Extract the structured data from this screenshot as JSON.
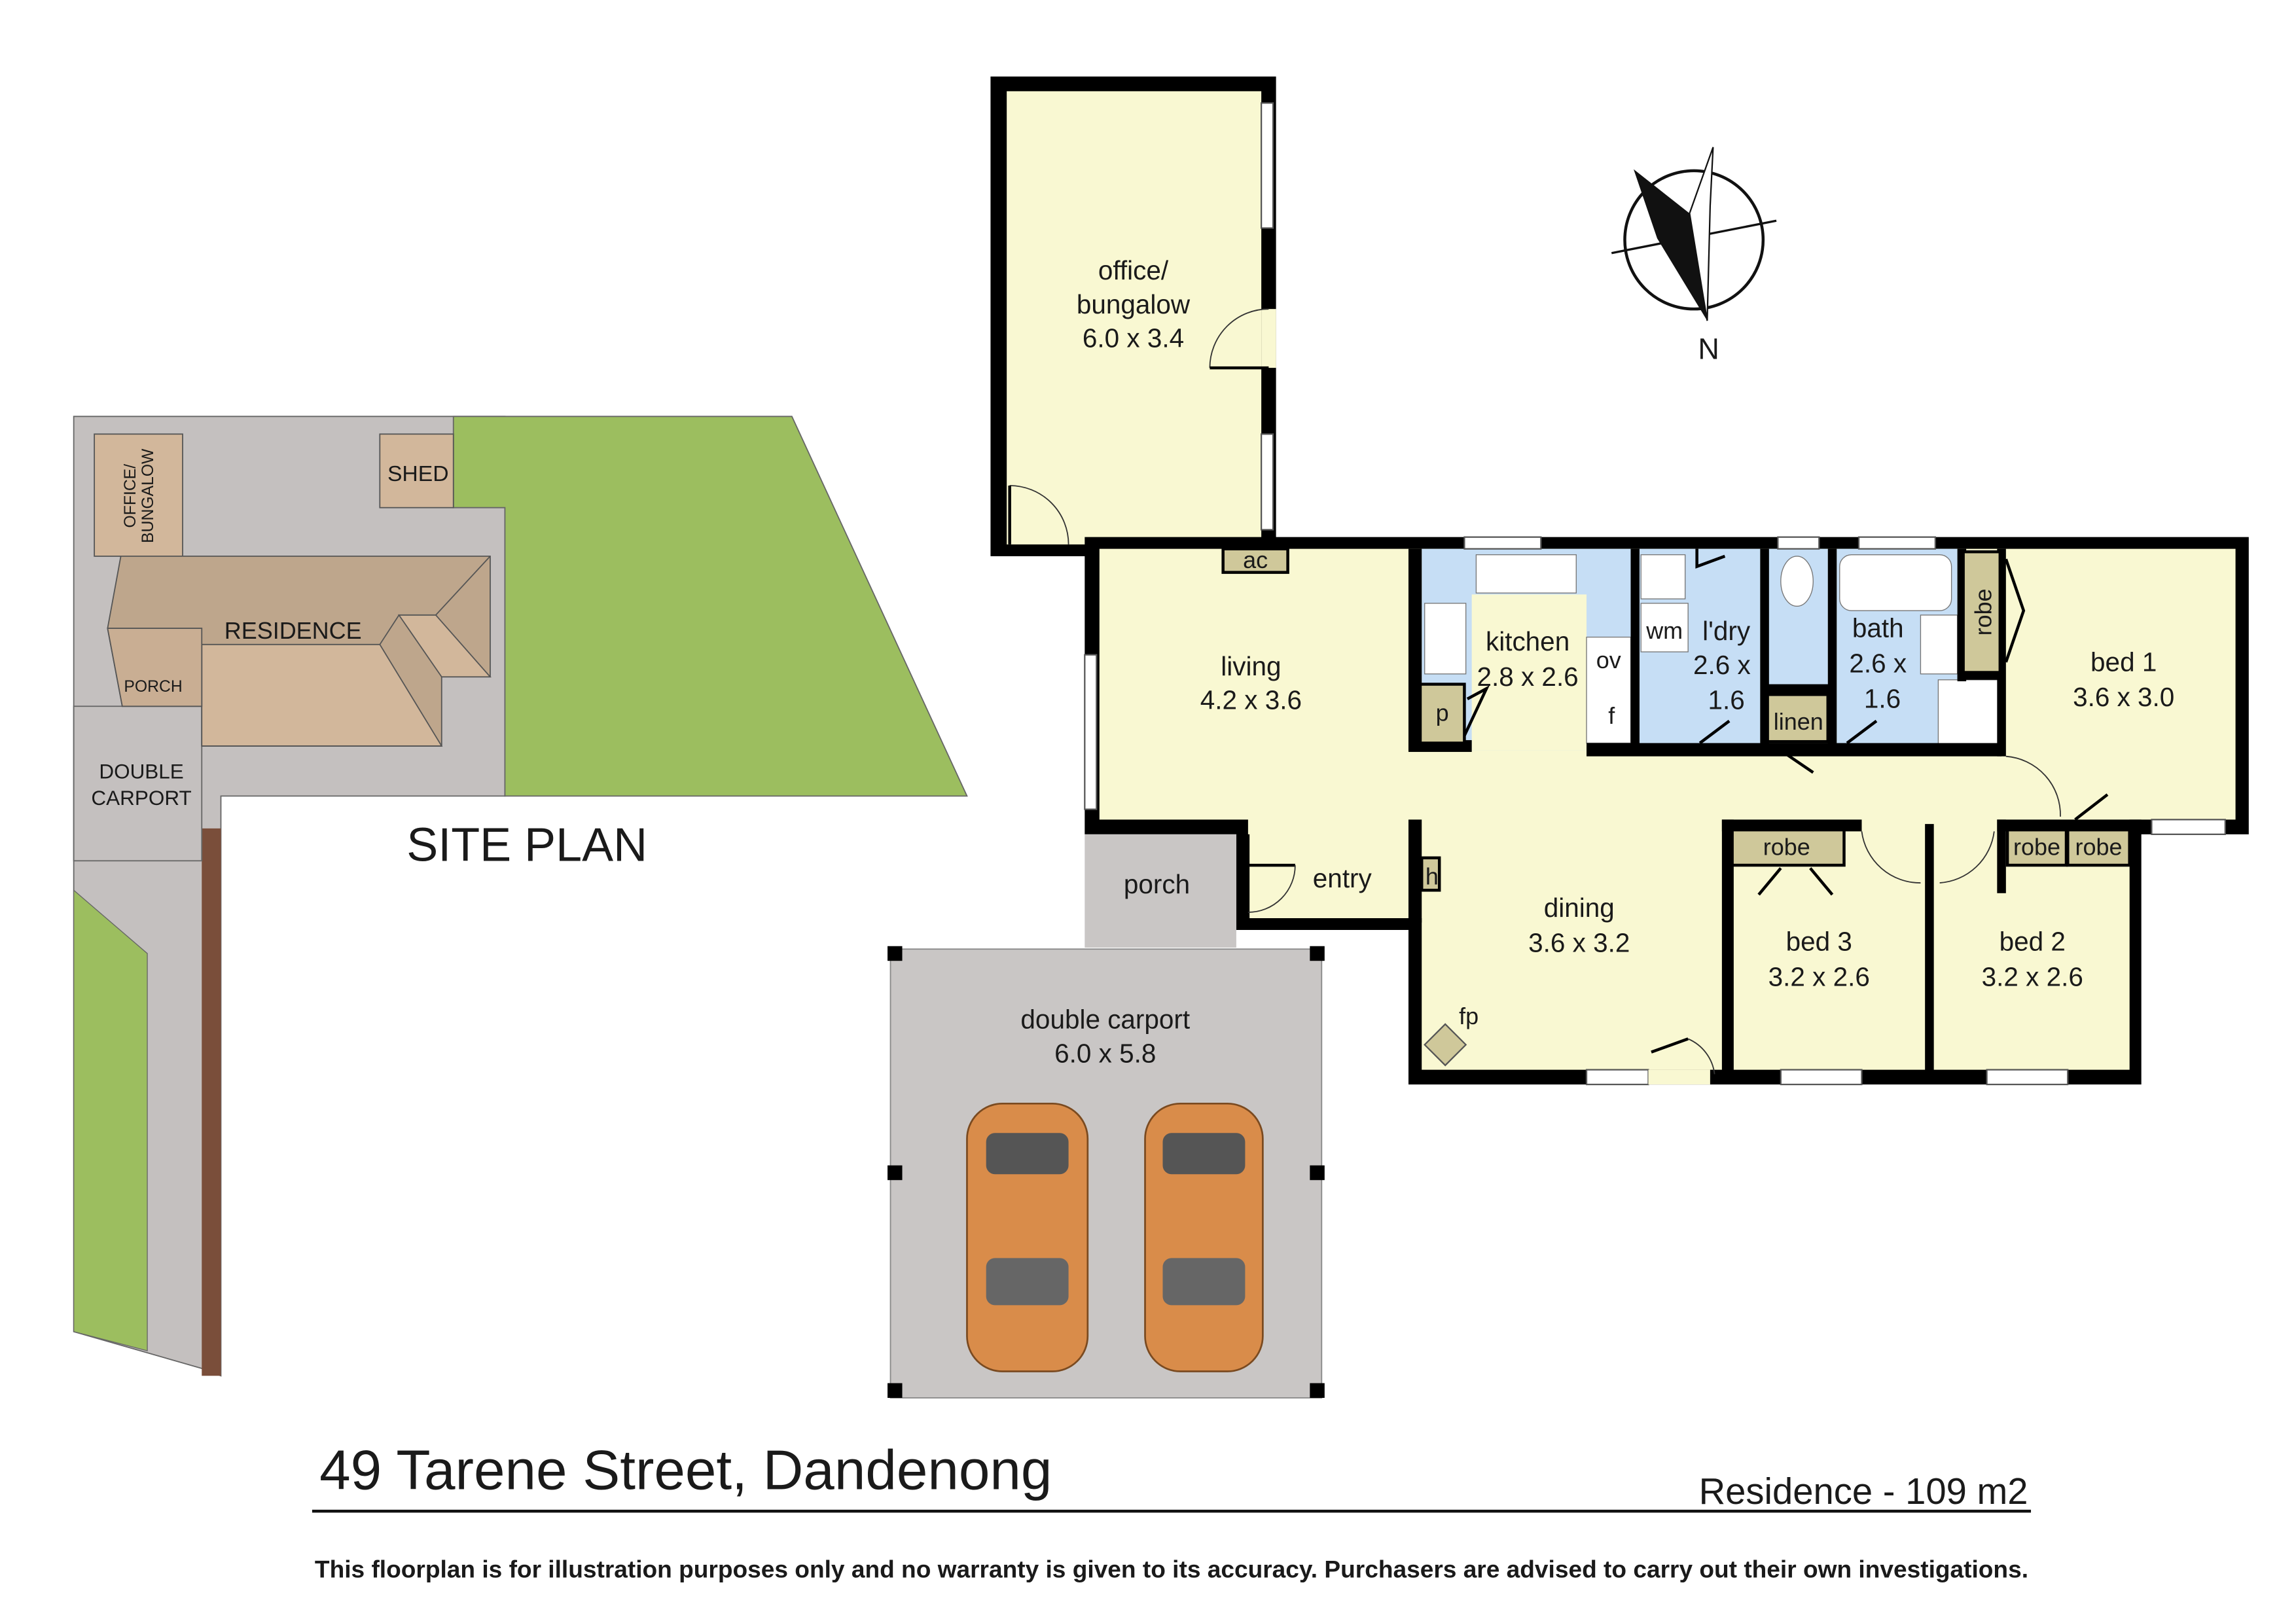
{
  "site_plan": {
    "title": "SITE PLAN",
    "labels": {
      "office": [
        "OFFICE/",
        "BUNGALOW"
      ],
      "shed": "SHED",
      "residence": "RESIDENCE",
      "porch": "PORCH",
      "carport": [
        "DOUBLE",
        "CARPORT"
      ]
    },
    "colors": {
      "lawn": "#9cbe5f",
      "paving": "#c4c0bf",
      "roof": "#d2b79b",
      "fence": "#7a4e3a"
    }
  },
  "floor_plan": {
    "rooms": {
      "office": {
        "name": "office/",
        "name2": "bungalow",
        "size": "6.0 x 3.4"
      },
      "living": {
        "name": "living",
        "size": "4.2 x 3.6"
      },
      "kitchen": {
        "name": "kitchen",
        "size": "2.8 x 2.6"
      },
      "laundry": {
        "name": "l'dry",
        "size1": "2.6 x",
        "size2": "1.6"
      },
      "bath": {
        "name": "bath",
        "size1": "2.6 x",
        "size2": "1.6"
      },
      "bed1": {
        "name": "bed 1",
        "size": "3.6 x 3.0"
      },
      "bed2": {
        "name": "bed 2",
        "size": "3.2 x 2.6"
      },
      "bed3": {
        "name": "bed 3",
        "size": "3.2 x 2.6"
      },
      "dining": {
        "name": "dining",
        "size": "3.6 x 3.2"
      },
      "entry": {
        "name": "entry"
      },
      "porch": {
        "name": "porch"
      },
      "carport": {
        "name": "double carport",
        "size": "6.0 x 5.8"
      }
    },
    "fixtures": {
      "ac": "ac",
      "pantry": "p",
      "oven": "ov",
      "fridge": "f",
      "washer": "wm",
      "linen": "linen",
      "robe": "robe",
      "heater": "h",
      "fireplace": "fp"
    },
    "colors": {
      "room": "#f9f8d2",
      "wet": "#c6def5",
      "robe": "#cfc89a",
      "car": "#d98c4a"
    }
  },
  "compass": {
    "label": "N"
  },
  "footer": {
    "address": "49 Tarene Street, Dandenong",
    "area": "Residence - 109 m2",
    "disclaimer": "This floorplan is for illustration purposes only and no warranty is given to its accuracy. Purchasers are advised to carry out their own investigations."
  }
}
